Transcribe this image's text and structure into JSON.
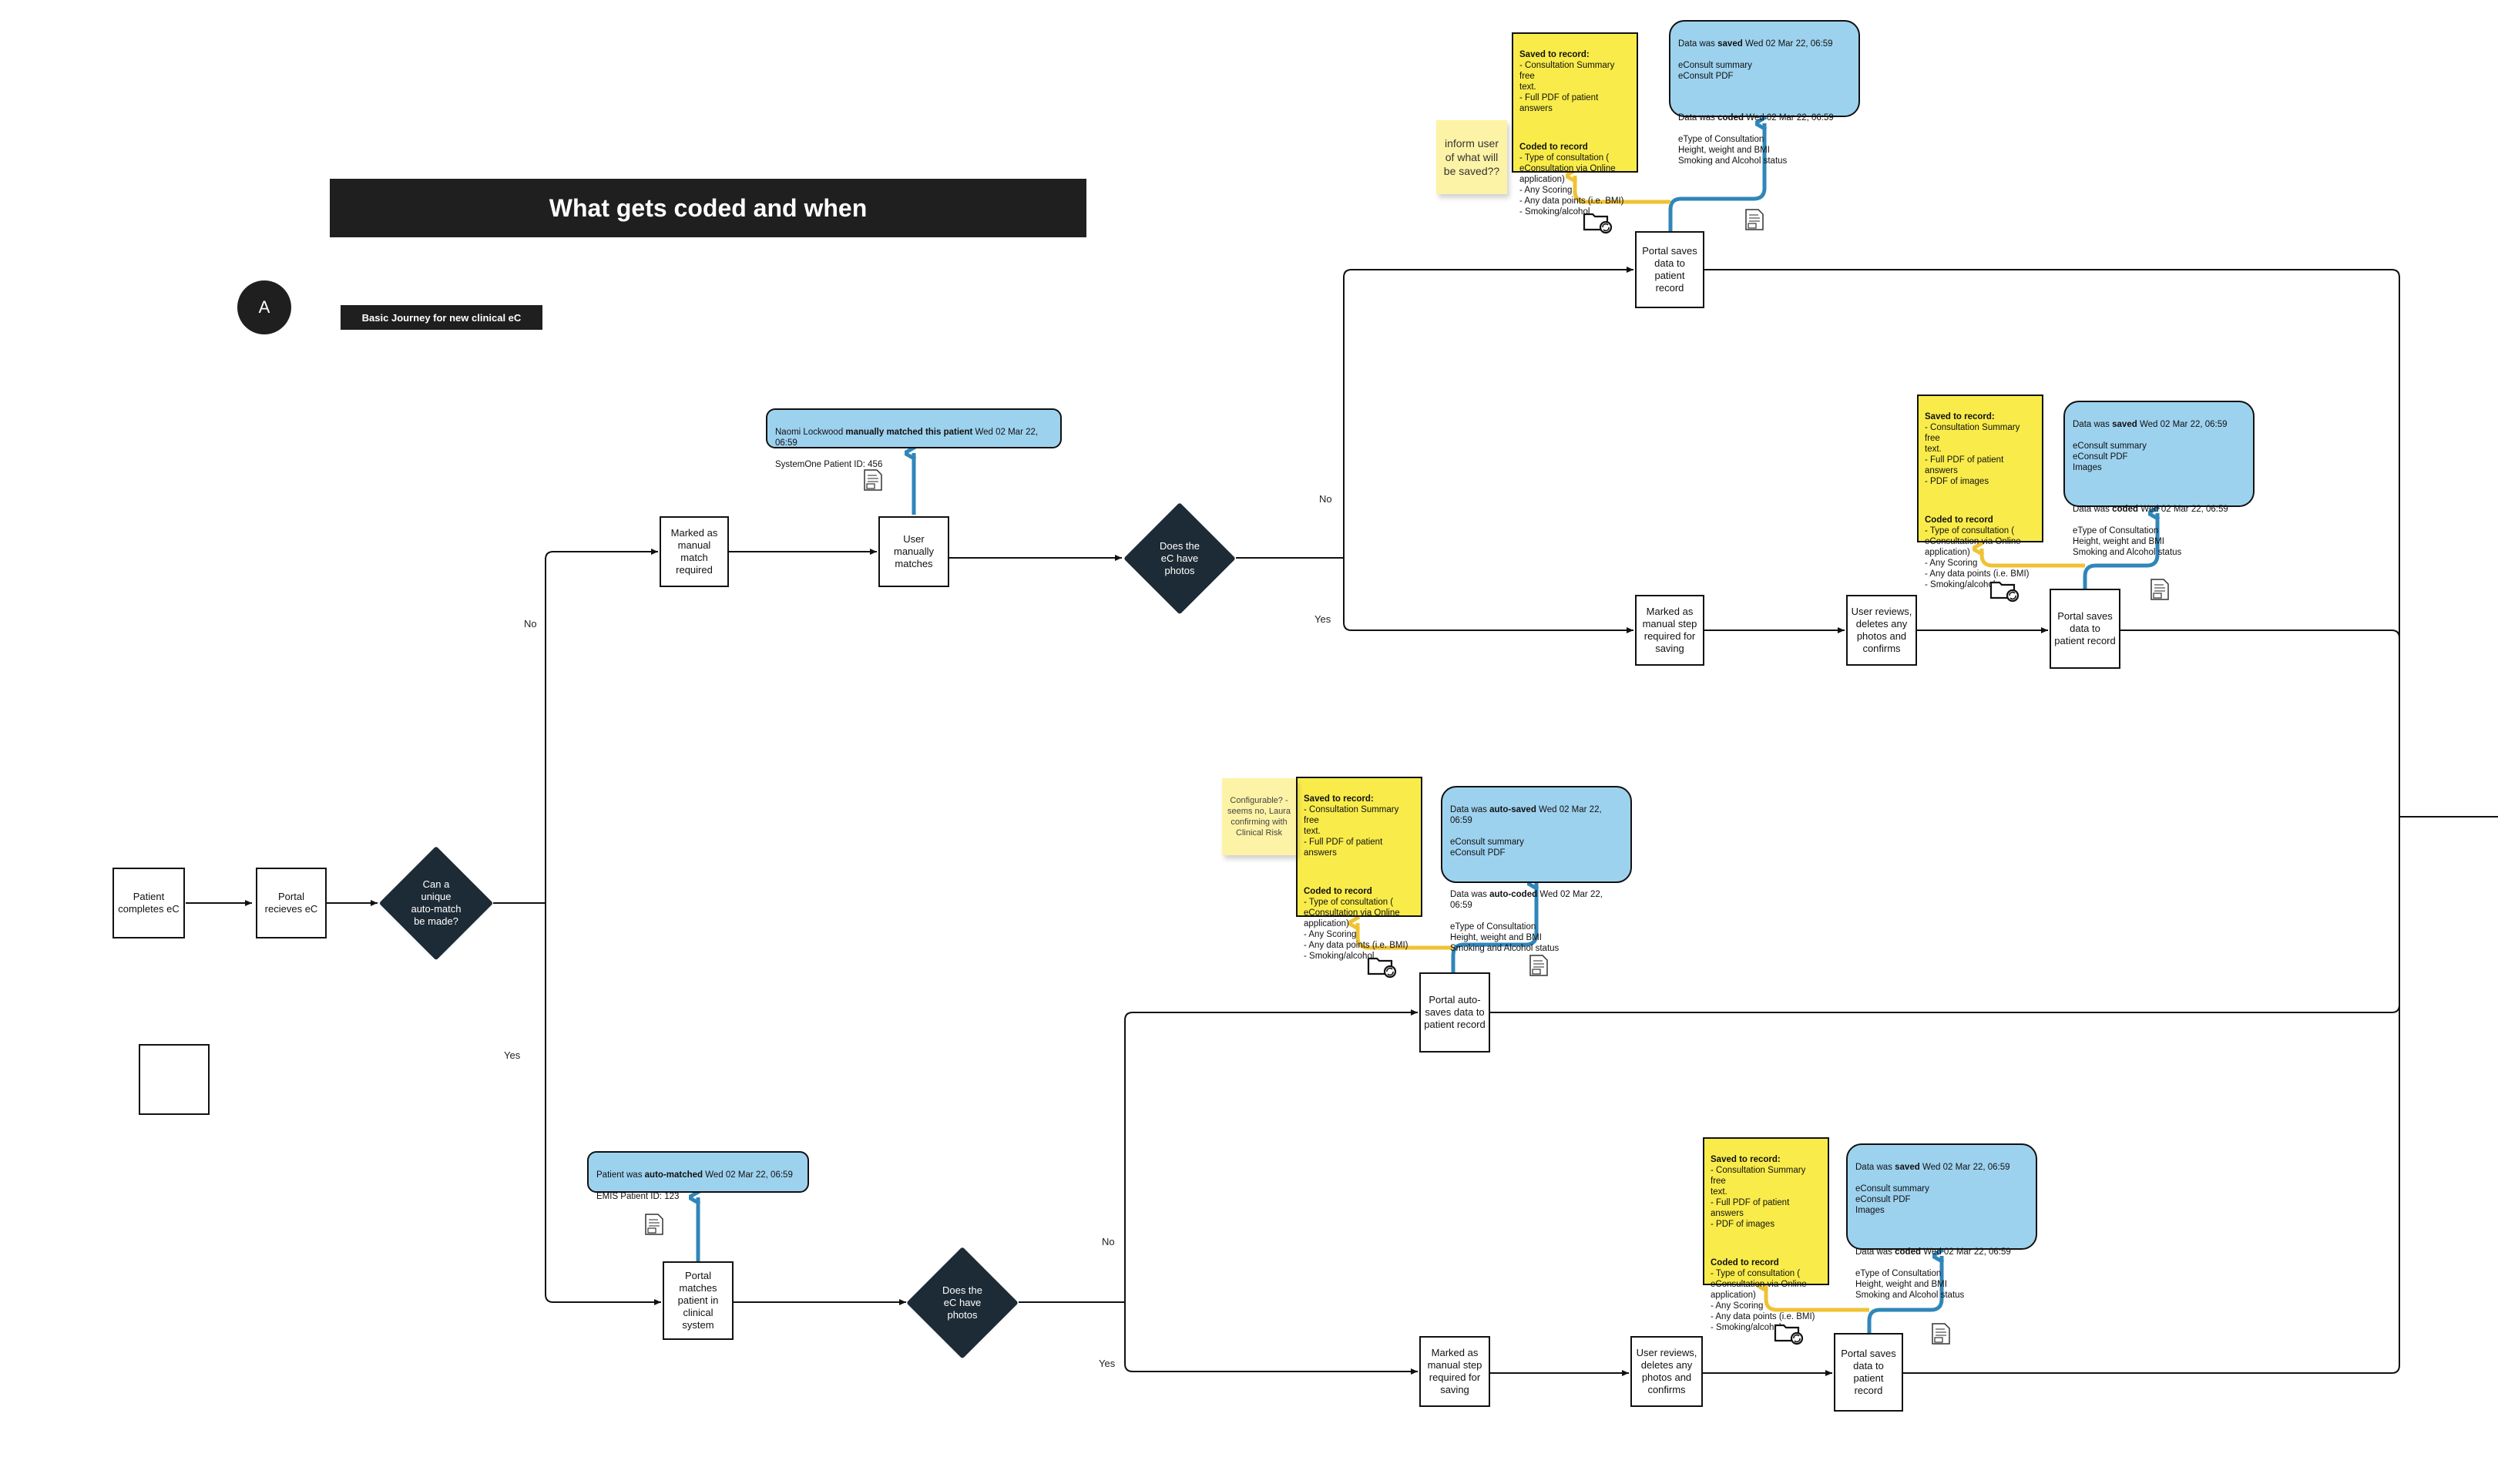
{
  "header": {
    "title": "What gets coded and when",
    "section_letter": "A",
    "subtitle": "Basic Journey for new clinical eC"
  },
  "nodes": {
    "patient_completes": "Patient\ncompletes eC",
    "portal_receives": "Portal\nrecieves eC",
    "auto_match_question": "Can a\nunique\nauto-match\nbe made?",
    "marked_manual_match": "Marked as\nmanual\nmatch\nrequired",
    "user_manually_matches": "User\nmanually\nmatches",
    "photos_question_top": "Does the\neC have\nphotos",
    "portal_saves_top": "Portal saves\ndata to\npatient record",
    "marked_manual_step_top": "Marked as\nmanual step\nrequired for\nsaving",
    "user_reviews_top": "User reviews,\ndeletes any\nphotos and\nconfirms",
    "portal_saves_mid": "Portal saves\ndata to\npatient record",
    "portal_matches": "Portal\nmatches\npatient in\nclinical\nsystem",
    "photos_question_bottom": "Does the\neC have\nphotos",
    "portal_auto_saves": "Portal auto-\nsaves data to\npatient record",
    "marked_manual_step_bottom": "Marked as\nmanual step\nrequired for\nsaving",
    "user_reviews_bottom": "User reviews,\ndeletes any\nphotos and\nconfirms",
    "portal_saves_bottom": "Portal saves\ndata to\npatient record"
  },
  "edge_labels": {
    "no_auto_match": "No",
    "yes_auto_match": "Yes",
    "no_photos_top": "No",
    "yes_photos_top": "Yes",
    "no_photos_bottom": "No",
    "yes_photos_bottom": "Yes"
  },
  "blue_notes": {
    "manual_match": {
      "l1_pre": "Naomi Lockwood ",
      "l1_bold": "manually matched this patient",
      "l1_post": " Wed 02 Mar 22,  06:59",
      "l2": "SystemOne Patient ID: 456"
    },
    "auto_match": {
      "l1_pre": "Patient was ",
      "l1_bold": "auto-matched",
      "l1_post": " Wed 02 Mar 22,  06:59",
      "l2": "EMIS Patient ID: 123"
    },
    "save_top": {
      "a_pre": "Data was ",
      "a_bold": "saved",
      "a_post": " Wed 02 Mar 22,  06:59",
      "a_body": "eConsult summary\neConsult PDF",
      "b_pre": "Data was ",
      "b_bold": "coded",
      "b_post": " Wed 02 Mar 22, 06:59",
      "b_body": "eType of Consultation\nHeight, weight and BMI\nSmoking and Alcohol status"
    },
    "save_mid": {
      "a_pre": "Data was ",
      "a_bold": "saved",
      "a_post": " Wed 02 Mar 22,  06:59",
      "a_body": "eConsult summary\neConsult PDF\nImages",
      "b_pre": "Data was ",
      "b_bold": "coded",
      "b_post": " Wed 02 Mar 22, 06:59",
      "b_body": "eType of Consultation\nHeight, weight and BMI\nSmoking and Alcohol status"
    },
    "autosave": {
      "a_pre": "Data was ",
      "a_bold": "auto-saved",
      "a_post": " Wed 02 Mar 22,  06:59",
      "a_body": "eConsult summary\neConsult PDF",
      "b_pre": "Data was ",
      "b_bold": "auto-coded",
      "b_post": " Wed 02 Mar 22, 06:59",
      "b_body": "eType of Consultation\nHeight, weight and BMI\nSmoking and Alcohol status"
    },
    "save_bottom": {
      "a_pre": "Data was ",
      "a_bold": "saved",
      "a_post": " Wed 02 Mar 22,  06:59",
      "a_body": "eConsult summary\neConsult PDF\nImages",
      "b_pre": "Data was ",
      "b_bold": "coded",
      "b_post": " Wed 02 Mar 22, 06:59",
      "b_body": "eType of Consultation\nHeight, weight and BMI\nSmoking and Alcohol status"
    }
  },
  "yellow_notes": {
    "top": {
      "saved_head": "Saved to record:",
      "saved_body": "- Consultation Summary  free\ntext.\n- Full PDF of patient answers",
      "coded_head": "Coded to record",
      "coded_body": "- Type of consultation (\neConsultation via Online\napplication)\n- Any Scoring\n- Any data points (i.e. BMI)\n- Smoking/alcohol"
    },
    "mid": {
      "saved_head": "Saved to record:",
      "saved_body": "- Consultation Summary  free\ntext.\n- Full PDF of patient answers\n- PDF of images",
      "coded_head": "Coded to record",
      "coded_body": "- Type of consultation (\neConsultation via Online\napplication)\n- Any Scoring\n- Any data points (i.e. BMI)\n- Smoking/alcohol"
    },
    "autosave": {
      "saved_head": "Saved to record:",
      "saved_body": "- Consultation Summary  free\ntext.\n- Full PDF of patient answers",
      "coded_head": "Coded to record",
      "coded_body": "- Type of consultation (\neConsultation via Online\napplication)\n- Any Scoring\n- Any data points (i.e. BMI)\n- Smoking/alcohol"
    },
    "bottom": {
      "saved_head": "Saved to record:",
      "saved_body": "- Consultation Summary  free\ntext.\n- Full PDF of patient answers\n- PDF of images",
      "coded_head": "Coded to record",
      "coded_body": "- Type of consultation (\neConsultation via Online\napplication)\n- Any Scoring\n- Any data points (i.e. BMI)\n- Smoking/alcohol"
    }
  },
  "sticky_notes": {
    "inform_user": "inform user\nof what will\nbe saved??",
    "configurable": "Configurable? -\nseems no, Laura\nconfirming with\nClinical Risk"
  },
  "icons": {
    "document": "document-icon",
    "folder": "folder-sync-icon"
  },
  "colors": {
    "dark": "#1d2b36",
    "blue_arrow": "#2f86b9",
    "yellow_arrow": "#f0c233",
    "blue_fill": "#9dd2ef",
    "yellow_fill": "#f9ec4a"
  }
}
